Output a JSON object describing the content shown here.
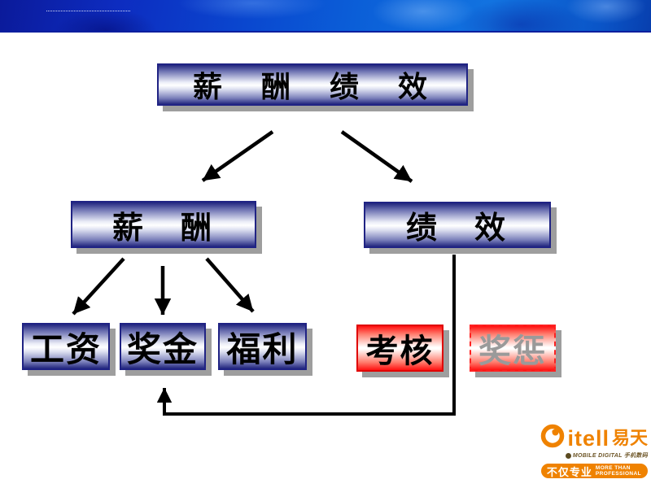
{
  "diagram": {
    "root": {
      "label": "薪　酬　绩　效"
    },
    "branches": [
      {
        "label": "薪　酬",
        "children": [
          {
            "label": "工资"
          },
          {
            "label": "奖金"
          },
          {
            "label": "福利"
          }
        ]
      },
      {
        "label": "绩　效",
        "children": [
          {
            "label": "考核",
            "border": "solid"
          },
          {
            "label": "奖惩",
            "border": "dashed"
          }
        ]
      }
    ]
  },
  "logo": {
    "brand_en": "itell",
    "brand_cn": "易天",
    "sub_brand": "MOBILE DIGITAL 手机数码",
    "tagline_cn": "不仅专业",
    "tagline_en_top": "MORE THAN",
    "tagline_en_bottom": "PROFESSIONAL"
  },
  "colors": {
    "box_navy": "#23277f",
    "box_border": "#202384",
    "shadow_gray": "#9e9e9e",
    "accent_red": "#ff1111",
    "muted_text": "#9a9a9a",
    "brand_orange": "#ef8200",
    "header_blue_dark": "#0b1a9a",
    "header_blue_bright": "#1273e0"
  }
}
